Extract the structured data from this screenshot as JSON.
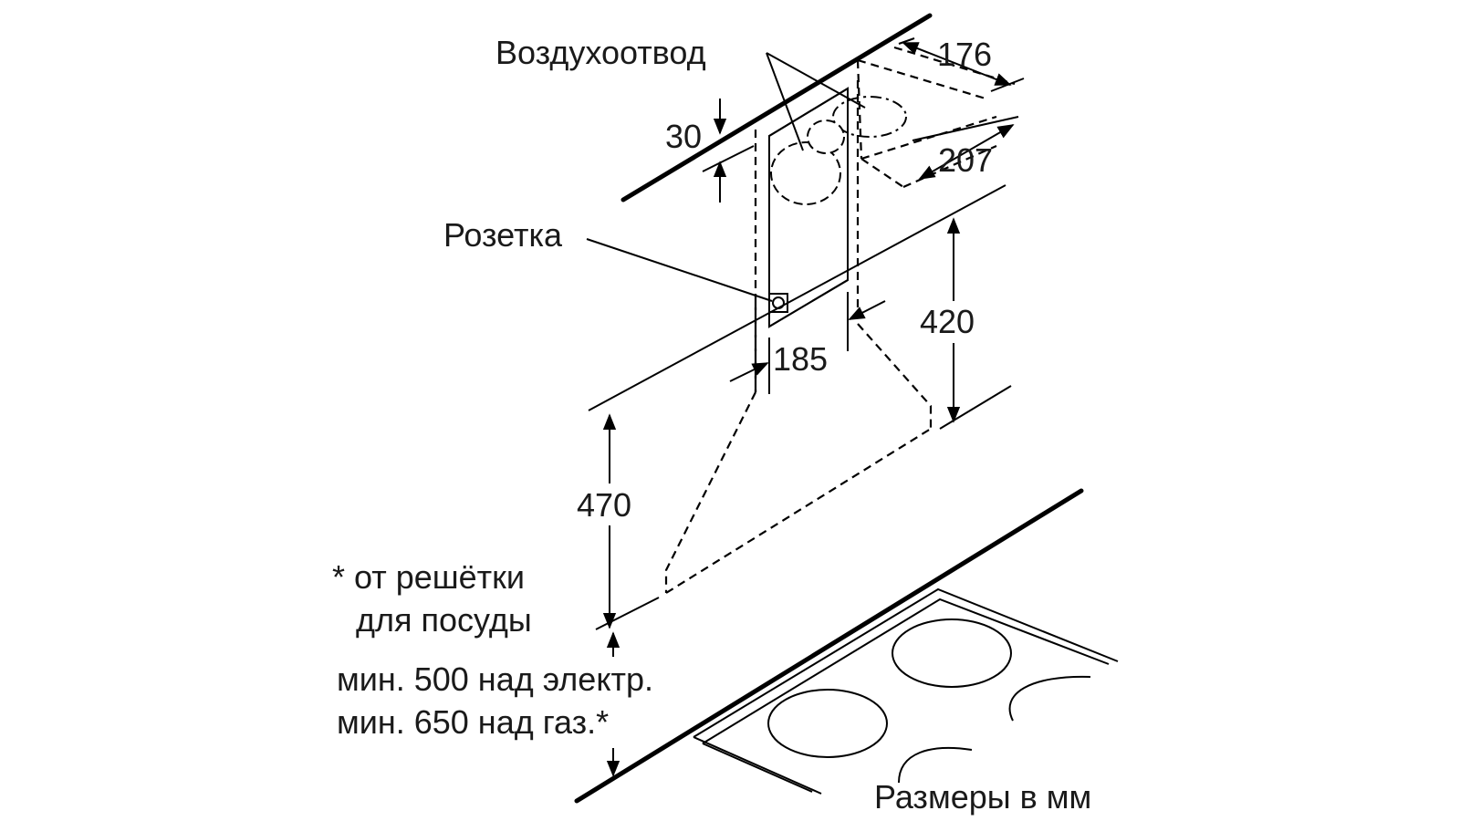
{
  "labels": {
    "air_outlet": "Воздухоотвод",
    "socket": "Розетка",
    "from_grate_line1": "* от решётки",
    "from_grate_line2": "для посуды",
    "min_electric": "мин. 500 над электр.",
    "min_gas": "мин. 650 над газ.*",
    "units": "Размеры в мм"
  },
  "dimensions": {
    "outlet_depth": "176",
    "outlet_width": "207",
    "ceiling_offset": "30",
    "column_width": "185",
    "hood_height": "420",
    "lower_height": "470"
  }
}
